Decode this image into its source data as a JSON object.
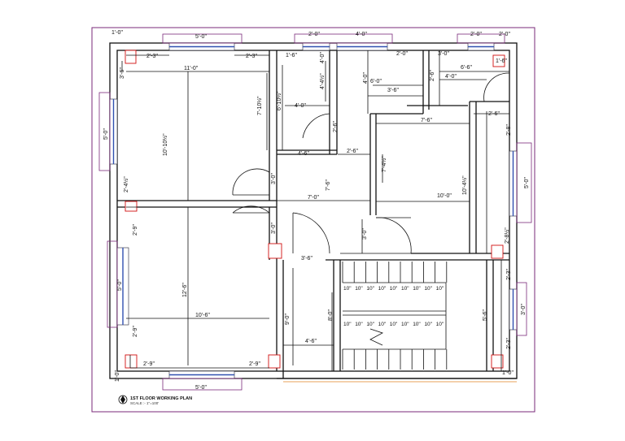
{
  "title": {
    "main": "1ST FLOOR WORKING PLAN",
    "scale": "SCALE :- 1\"=100'"
  },
  "colors": {
    "border": "#7a2a7a",
    "wall": "#111111",
    "column": "#d01010",
    "window_glass": "#3050b0",
    "line_orange": "#e08020"
  },
  "dimensions": {
    "d_top_1_0": "1'-0\"",
    "d_top_5_0": "5'-0\"",
    "d_top_2_0a": "2'-0\"",
    "d_top_4_0": "4'-0\"",
    "d_top_2_0b": "2'-0\"",
    "d_top_2_0c": "2'-0\"",
    "d_2_3a": "2'-3\"",
    "d_2_3b": "2'-3\"",
    "d_1_6a": "1'-6\"",
    "d_2_0d": "2'-0\"",
    "d_3_0a": "3'-0\"",
    "d_1_6b": "1'-6\"",
    "d_6_6": "6'-6\"",
    "d_11_0": "11'-0\"",
    "d_4_0a": "4'-0\"",
    "d_6_0": "6'-0\"",
    "d_4_0b": "4'-0\"",
    "d_3_6a": "3'-6\"",
    "d_4_0c": "4'-0\"",
    "d_7_6a": "7'-6\"",
    "d_2_6a": "2'-6\"",
    "d_4_6a": "4'-6\"",
    "d_2_6b": "2'-6\"",
    "d_7_0": "7'-0\"",
    "d_10_0": "10'-0\"",
    "d_3_6b": "3'-6\"",
    "d_10_6": "10'-6\"",
    "d_4_6b": "4'-6\"",
    "d_2_9a": "2'-9\"",
    "d_2_9b": "2'-9\"",
    "d_bot_5_0": "5'-0\"",
    "d_bot_1_0": "1'-0\"",
    "d_bot_1_0r": "1'-0\"",
    "v_3_6": "3'-6\"",
    "v_5_0_left": "5'-0\"",
    "v_10_10h": "10'-10½\"",
    "v_2_4h": "2'-4½\"",
    "v_7_10h": "7'-10½\"",
    "v_6_10h": "6'-10½\"",
    "v_4_4h": "4'-4½\"",
    "v_4_0": "4'-0\"",
    "v_2_6c": "2'-6\"",
    "v_3_0a": "3'-0\"",
    "v_7_6b": "7'-6\"",
    "v_7_4h": "7'-4½\"",
    "v_10_4h": "10'-4½\"",
    "v_2_8": "2'-8\"",
    "v_5_0_right": "5'-0\"",
    "v_2_8h": "2'-8½\"",
    "v_2_6d": "2'-6\"",
    "v_3_0b": "3'-0\"",
    "v_3_0c": "3'-0\"",
    "v_2_9c": "2'-9\"",
    "v_5_0_left2": "5'-0\"",
    "v_12_6": "12'-6\"",
    "v_2_9d": "2'-9\"",
    "v_9_0": "9'-0\"",
    "v_8_0": "8'-0\"",
    "v_5_6": "5'-6\"",
    "v_2_3a": "2'-3\"",
    "v_3_0d": "3'-0\"",
    "v_2_3b": "2'-3\""
  },
  "stairs": {
    "upper": [
      "10\"",
      "10\"",
      "10\"",
      "10\"",
      "10\"",
      "10\"",
      "10\"",
      "10\"",
      "10\""
    ],
    "lower": [
      "10\"",
      "10\"",
      "10\"",
      "10\"",
      "10\"",
      "10\"",
      "10\"",
      "10\"",
      "10\""
    ]
  }
}
